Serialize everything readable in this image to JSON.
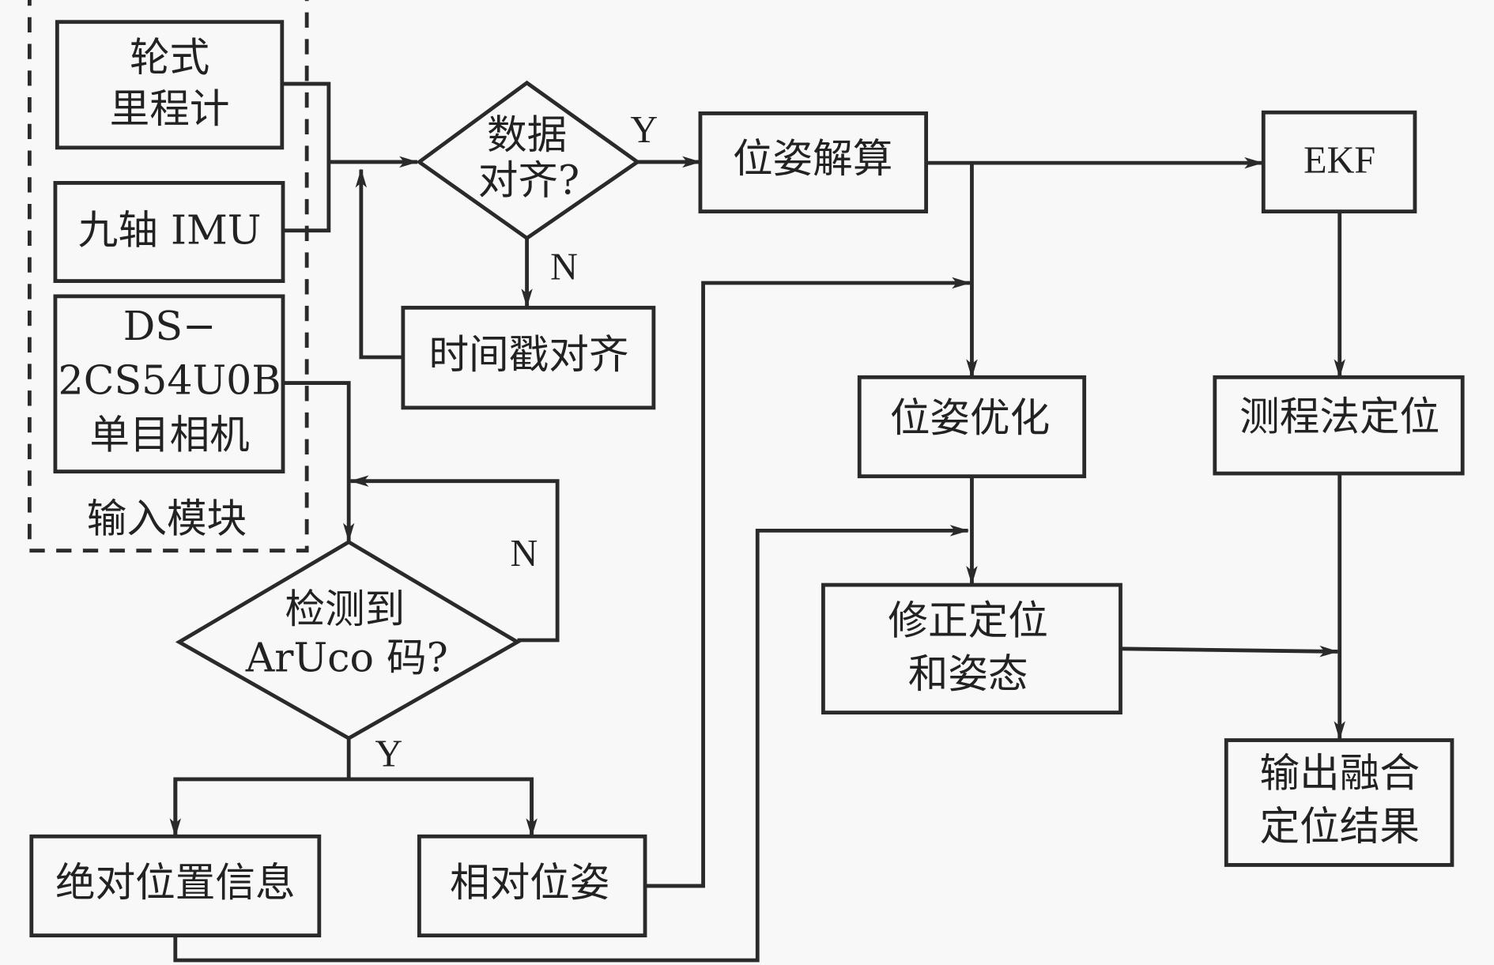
{
  "diagram": {
    "title": "",
    "input_module": {
      "label": "输入模块",
      "odometer": [
        "轮式",
        "里程计"
      ],
      "imu": "九轴 IMU",
      "camera": [
        "DS−",
        "2CS54U0B",
        "单目相机"
      ]
    },
    "decision_data_aligned": [
      "数据",
      "对齐?"
    ],
    "timestamp_align": "时间戳对齐",
    "pose_solve": "位姿解算",
    "ekf": "EKF",
    "odometry_localization": "测程法定位",
    "pose_optimization": "位姿优化",
    "correct_pose": [
      "修正定位",
      "和姿态"
    ],
    "output_result": [
      "输出融合",
      "定位结果"
    ],
    "decision_aruco": [
      "检测到",
      "ArUco 码?"
    ],
    "absolute_position": "绝对位置信息",
    "relative_pose": "相对位姿",
    "edge_labels": {
      "yes": "Y",
      "no": "N"
    }
  },
  "colors": {
    "background": "#f8f8f8",
    "stroke": "#2a2a2a",
    "text": "#222222"
  }
}
